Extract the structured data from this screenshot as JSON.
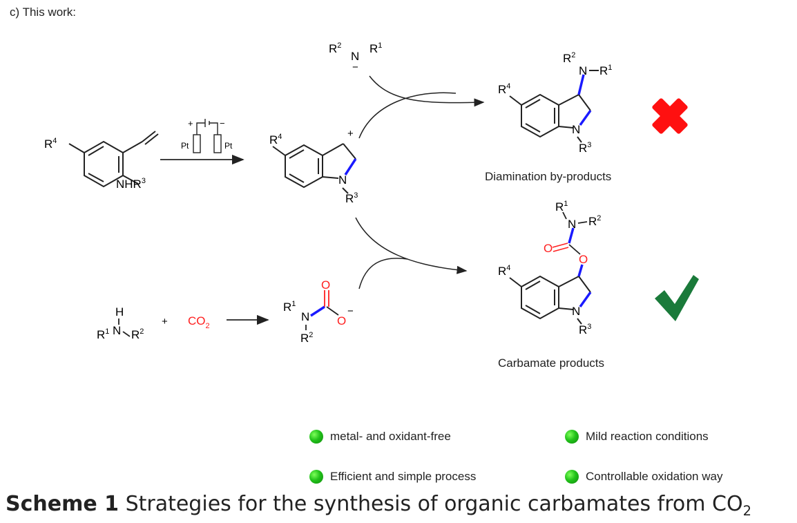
{
  "panel_label": "c) This work:",
  "labels": {
    "R1": "R",
    "R2": "R",
    "R3": "R",
    "R4": "R",
    "sup1": "1",
    "sup2": "2",
    "sup3": "3",
    "sup4": "4",
    "N": "N",
    "NHR": "NHR",
    "H": "H",
    "O": "O",
    "CO": "CO",
    "co2_sub": "2",
    "Pt": "Pt",
    "plus": "+",
    "minus": "−"
  },
  "captions": {
    "diamination": "Diamination by-products",
    "carbamate": "Carbamate products"
  },
  "features": [
    {
      "label": "metal- and oxidant-free"
    },
    {
      "label": "Mild reaction conditions"
    },
    {
      "label": "Efficient and simple process"
    },
    {
      "label": "Controllable oxidation way"
    }
  ],
  "scheme_title": {
    "bold": "Scheme 1",
    "text": " Strategies for the synthesis of organic carbamates from CO",
    "sub": "2"
  },
  "colors": {
    "bond_blue": "#1a1aff",
    "oxygen_red": "#ff2020",
    "cross_red": "#ff1010",
    "check_green": "#1a7a3a"
  },
  "marks": {
    "diamination": "cross-icon",
    "carbamate": "check-icon"
  }
}
